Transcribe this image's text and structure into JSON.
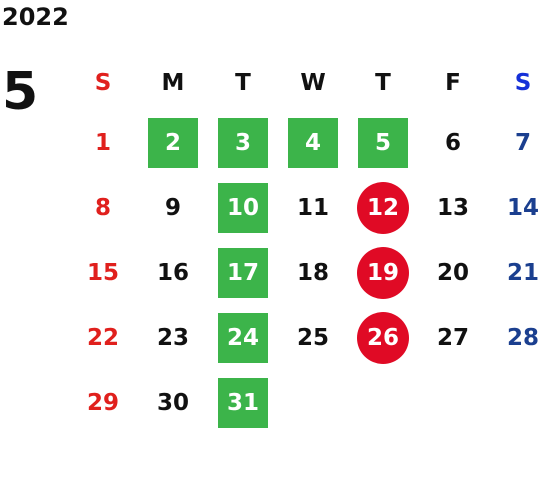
{
  "year": "2022",
  "month": "5",
  "weekdays": [
    "S",
    "M",
    "T",
    "W",
    "T",
    "F",
    "S"
  ],
  "colors": {
    "sunday": "#e0201d",
    "saturday_header": "#1530d8",
    "saturday": "#1b3f8f",
    "highlight_green": "#3cb44a",
    "highlight_red": "#e00a25",
    "text": "#111111"
  },
  "weeks": [
    [
      {
        "day": "1",
        "style": "sun"
      },
      {
        "day": "2",
        "style": "green"
      },
      {
        "day": "3",
        "style": "green"
      },
      {
        "day": "4",
        "style": "green"
      },
      {
        "day": "5",
        "style": "green"
      },
      {
        "day": "6",
        "style": "normal"
      },
      {
        "day": "7",
        "style": "sat"
      }
    ],
    [
      {
        "day": "8",
        "style": "sun"
      },
      {
        "day": "9",
        "style": "normal"
      },
      {
        "day": "10",
        "style": "green"
      },
      {
        "day": "11",
        "style": "normal"
      },
      {
        "day": "12",
        "style": "red"
      },
      {
        "day": "13",
        "style": "normal"
      },
      {
        "day": "14",
        "style": "sat"
      }
    ],
    [
      {
        "day": "15",
        "style": "sun"
      },
      {
        "day": "16",
        "style": "normal"
      },
      {
        "day": "17",
        "style": "green"
      },
      {
        "day": "18",
        "style": "normal"
      },
      {
        "day": "19",
        "style": "red"
      },
      {
        "day": "20",
        "style": "normal"
      },
      {
        "day": "21",
        "style": "sat"
      }
    ],
    [
      {
        "day": "22",
        "style": "sun"
      },
      {
        "day": "23",
        "style": "normal"
      },
      {
        "day": "24",
        "style": "green"
      },
      {
        "day": "25",
        "style": "normal"
      },
      {
        "day": "26",
        "style": "red"
      },
      {
        "day": "27",
        "style": "normal"
      },
      {
        "day": "28",
        "style": "sat"
      }
    ],
    [
      {
        "day": "29",
        "style": "sun"
      },
      {
        "day": "30",
        "style": "normal"
      },
      {
        "day": "31",
        "style": "green"
      }
    ]
  ]
}
